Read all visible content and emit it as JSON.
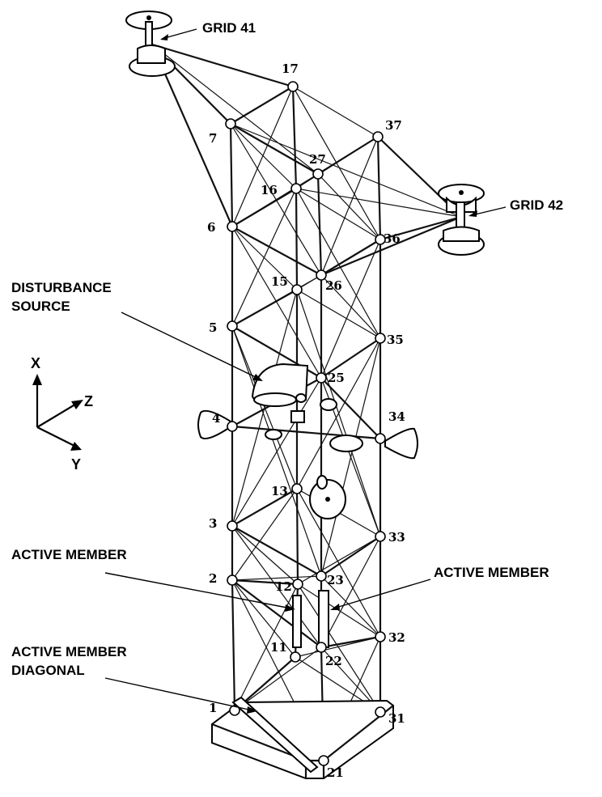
{
  "labels": {
    "grid41": "GRID 41",
    "grid42": "GRID 42",
    "disturbance_line1": "DISTURBANCE",
    "disturbance_line2": "SOURCE",
    "active_member_left": "ACTIVE MEMBER",
    "active_member_right": "ACTIVE MEMBER",
    "diagonal_line1": "ACTIVE MEMBER",
    "diagonal_line2": "DIAGONAL"
  },
  "axes": {
    "x": "X",
    "y": "Y",
    "z": "Z"
  },
  "nodes": [
    {
      "id": "1",
      "label": "1"
    },
    {
      "id": "2",
      "label": "2"
    },
    {
      "id": "3",
      "label": "3"
    },
    {
      "id": "4",
      "label": "4"
    },
    {
      "id": "5",
      "label": "5"
    },
    {
      "id": "6",
      "label": "6"
    },
    {
      "id": "7",
      "label": "7"
    },
    {
      "id": "11",
      "label": "11"
    },
    {
      "id": "12",
      "label": "12"
    },
    {
      "id": "13",
      "label": "13"
    },
    {
      "id": "15",
      "label": "15"
    },
    {
      "id": "16",
      "label": "16"
    },
    {
      "id": "17",
      "label": "17"
    },
    {
      "id": "21",
      "label": "21"
    },
    {
      "id": "22",
      "label": "22"
    },
    {
      "id": "23",
      "label": "23"
    },
    {
      "id": "25",
      "label": "25"
    },
    {
      "id": "26",
      "label": "26"
    },
    {
      "id": "27",
      "label": "27"
    },
    {
      "id": "31",
      "label": "31"
    },
    {
      "id": "32",
      "label": "32"
    },
    {
      "id": "33",
      "label": "33"
    },
    {
      "id": "34",
      "label": "34"
    },
    {
      "id": "35",
      "label": "35"
    },
    {
      "id": "36",
      "label": "36"
    },
    {
      "id": "37",
      "label": "37"
    }
  ]
}
